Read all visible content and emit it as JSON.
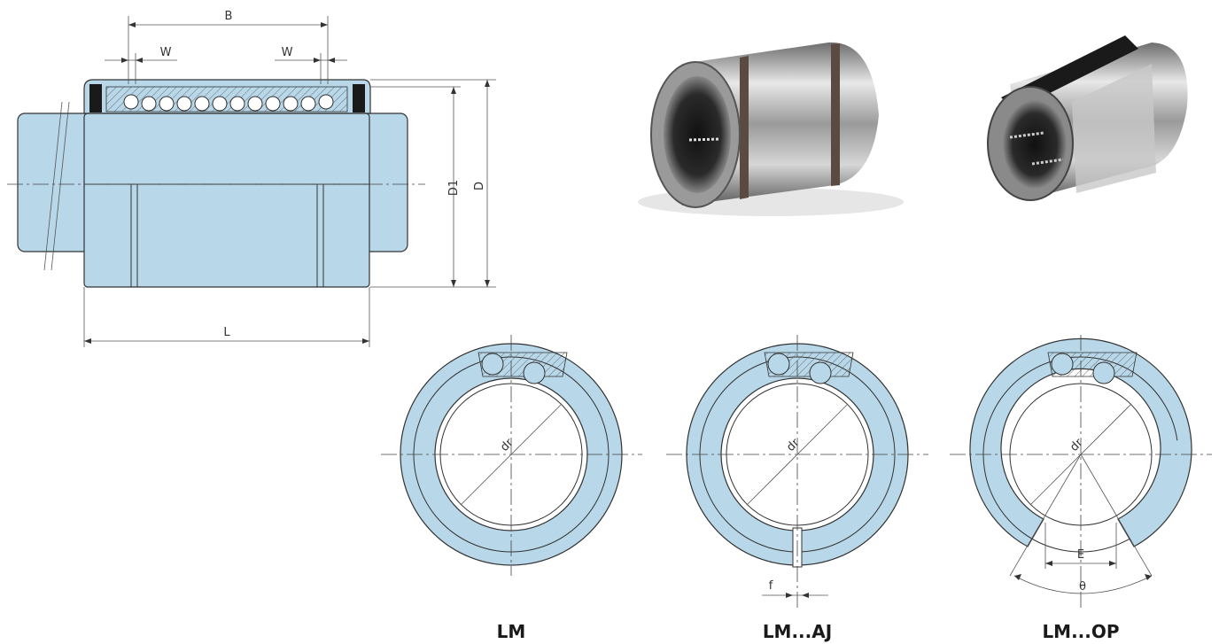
{
  "labels": {
    "B": "B",
    "W_left": "W",
    "W_right": "W",
    "D1": "D1",
    "D": "D",
    "L": "L",
    "dr_lm": "dr",
    "dr_aj": "dr",
    "dr_op": "dr",
    "f": "f",
    "E": "E",
    "theta": "θ"
  },
  "captions": {
    "lm": "LM",
    "lm_aj": "LM...AJ",
    "lm_op": "LM...OP"
  },
  "colors": {
    "bearing_fill": "#b8d8ea",
    "seal": "#1a1a1a",
    "line": "#333333"
  }
}
